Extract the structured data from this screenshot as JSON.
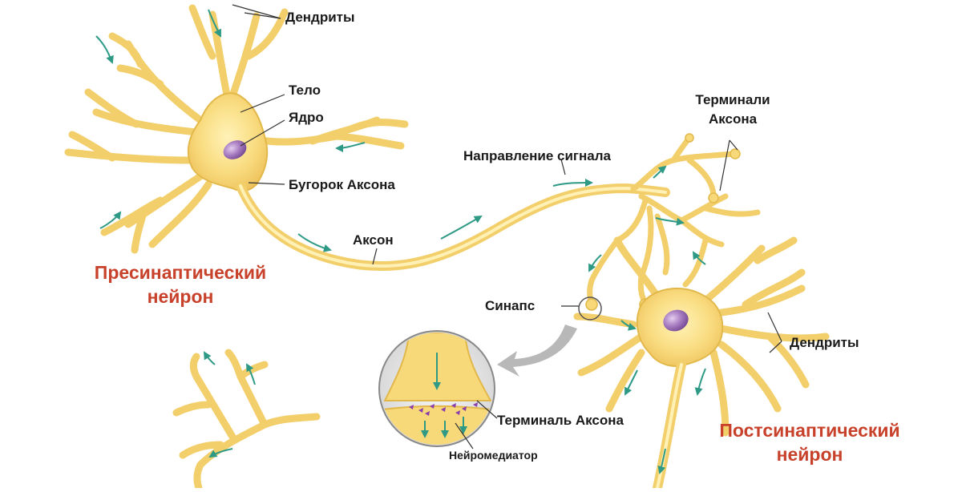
{
  "labels": {
    "dendrites_top": "Дендриты",
    "body": "Тело",
    "nucleus": "Ядро",
    "axon_hillock": "Бугорок Аксона",
    "axon": "Аксон",
    "signal_direction": "Направление сигнала",
    "axon_terminals_line1": "Терминали",
    "axon_terminals_line2": "Аксона",
    "synapse": "Синапс",
    "dendrites_right": "Дендриты",
    "axon_terminal": "Терминаль Аксона",
    "neurotransmitter": "Нейромедиатор",
    "presynaptic_line1": "Пресинаптический",
    "presynaptic_line2": "нейрон",
    "postsynaptic_line1": "Постсинаптический",
    "postsynaptic_line2": "нейрон"
  },
  "colors": {
    "neuron_fill": "#f7d97a",
    "neuron_stroke": "#e3b84a",
    "nucleus": "#a77cc0",
    "arrow": "#2e9a86",
    "label_red": "#c8412b",
    "neurotransmitter": "#8a3fa8"
  }
}
